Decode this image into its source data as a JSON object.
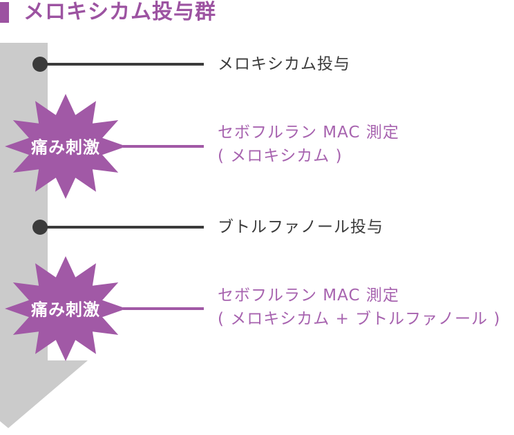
{
  "title": {
    "text": "メロキシカム投与群"
  },
  "colors": {
    "accent_purple": "#9c53a1",
    "burst_purple": "#a159a6",
    "text_purple": "#a763af",
    "timeline_gray": "#cbcbcb",
    "dark": "#3b3b3b"
  },
  "timeline": {
    "events": [
      {
        "type": "dot",
        "label": "メロキシカム投与"
      },
      {
        "type": "pain-burst",
        "burst_label": "痛み刺激",
        "label_lines": [
          "セボフルラン MAC 測定",
          "( メロキシカム )"
        ]
      },
      {
        "type": "dot",
        "label": "ブトルファノール投与"
      },
      {
        "type": "pain-burst",
        "burst_label": "痛み刺激",
        "label_lines": [
          "セボフルラン MAC 測定",
          "( メロキシカム + ブトルファノール )"
        ]
      }
    ]
  }
}
